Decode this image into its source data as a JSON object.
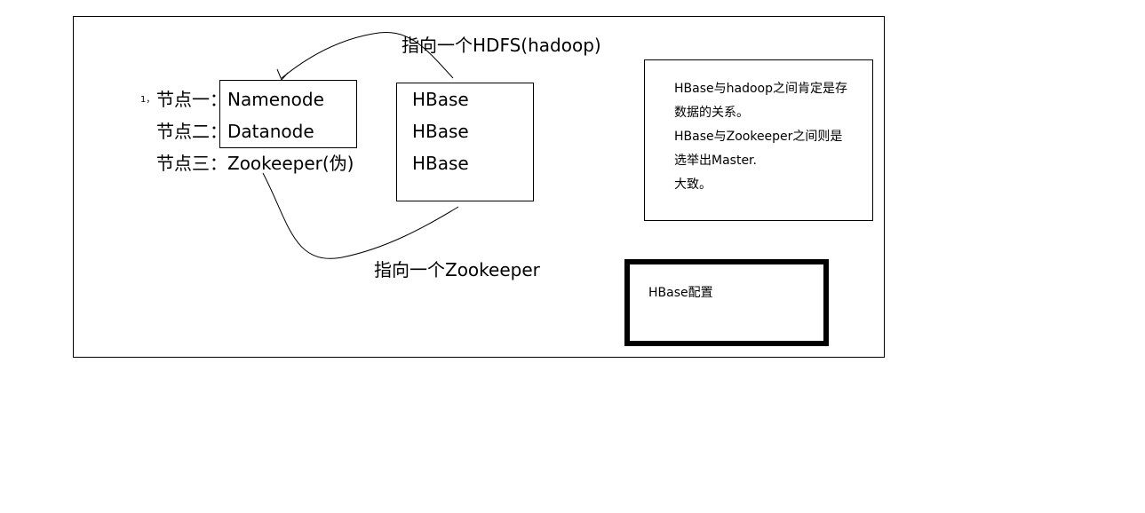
{
  "nodes": {
    "marker": "1，",
    "node1": "节点一：Namenode",
    "node2": "节点二：Datanode",
    "node3": "节点三：Zookeeper(伪)"
  },
  "hbase": [
    "HBase",
    "HBase",
    "HBase"
  ],
  "labels": {
    "top_arrow": "指向一个HDFS(hadoop)",
    "bottom_arrow": "指向一个Zookeeper"
  },
  "note": {
    "lines": [
      "HBase与hadoop之间肯定是存",
      "数据的关系。",
      "HBase与Zookeeper之间则是",
      "选举出Master.",
      "大致。"
    ]
  },
  "config_box": {
    "label": "HBase配置"
  }
}
